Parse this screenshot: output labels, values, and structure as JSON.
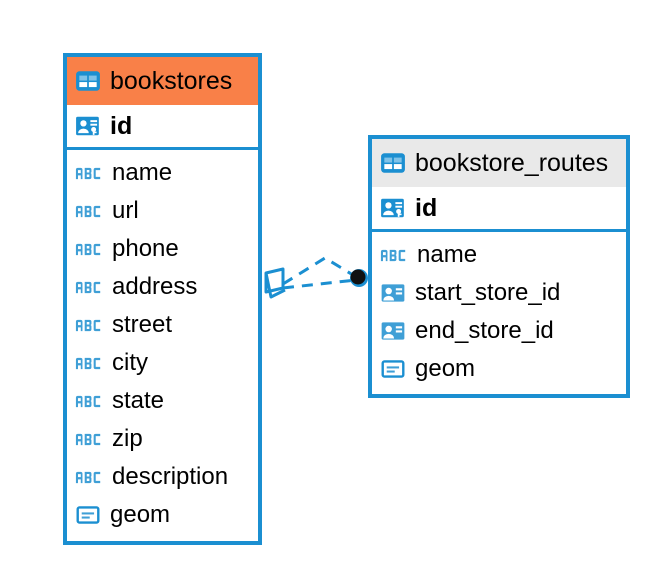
{
  "diagram": {
    "type": "entity-relationship-diagram",
    "background_color": "#ffffff",
    "accent_color": "#1b8fd1",
    "selected_color": "#f98048",
    "header_color": "#e9e9e9"
  },
  "tables": [
    {
      "name": "bookstores",
      "table_icon": "table-grid-icon",
      "selected": true,
      "primary_key": {
        "label": "id",
        "icon": "primary-key-icon"
      },
      "fields": [
        {
          "label": "name",
          "icon": "abc-text-icon"
        },
        {
          "label": "url",
          "icon": "abc-text-icon"
        },
        {
          "label": "phone",
          "icon": "abc-text-icon"
        },
        {
          "label": "address",
          "icon": "abc-text-icon"
        },
        {
          "label": "street",
          "icon": "abc-text-icon"
        },
        {
          "label": "city",
          "icon": "abc-text-icon"
        },
        {
          "label": "state",
          "icon": "abc-text-icon"
        },
        {
          "label": "zip",
          "icon": "abc-text-icon"
        },
        {
          "label": "description",
          "icon": "abc-text-icon"
        },
        {
          "label": "geom",
          "icon": "geometry-icon"
        }
      ]
    },
    {
      "name": "bookstore_routes",
      "table_icon": "table-grid-icon",
      "selected": false,
      "primary_key": {
        "label": "id",
        "icon": "primary-key-icon"
      },
      "fields": [
        {
          "label": "name",
          "icon": "abc-text-icon"
        },
        {
          "label": "start_store_id",
          "icon": "foreign-key-icon"
        },
        {
          "label": "end_store_id",
          "icon": "foreign-key-icon"
        },
        {
          "label": "geom",
          "icon": "geometry-icon"
        }
      ]
    }
  ],
  "relationships": [
    {
      "from_table": "bookstores",
      "to_table": "bookstore_routes",
      "from_endpoint": "cube-endpoint",
      "to_endpoint": "filled-circle-endpoint",
      "line_style": "dashed",
      "line_color": "#1b8fd1"
    }
  ]
}
